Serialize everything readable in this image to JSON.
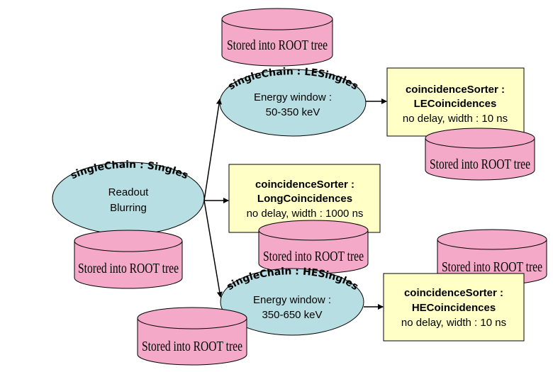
{
  "storage_label": "Stored into ROOT tree",
  "nodes": {
    "singles": {
      "title": "singleChain : Singles",
      "line1": "Readout",
      "line2": "Blurring"
    },
    "le": {
      "title": "singleChain : LESingles",
      "line1": "Energy window :",
      "line2": "50-350 keV"
    },
    "he": {
      "title": "singleChain : HESingles",
      "line1": "Energy window :",
      "line2": "350-650 keV"
    }
  },
  "sorters": {
    "le": {
      "line1": "coincidenceSorter :",
      "line2": "LECoincidences",
      "line3": "no delay, width : 10 ns"
    },
    "long": {
      "line1": "coincidenceSorter :",
      "line2": "LongCoincidences",
      "line3": "no delay, width : 1000 ns"
    },
    "he": {
      "line1": "coincidenceSorter :",
      "line2": "HECoincidences",
      "line3": "no delay, width : 10 ns"
    }
  },
  "colors": {
    "cylinder_fill": "#f4a9c8",
    "ellipse_fill": "#b7dfe3",
    "box_fill": "#ffffc6",
    "stroke": "#000000"
  }
}
